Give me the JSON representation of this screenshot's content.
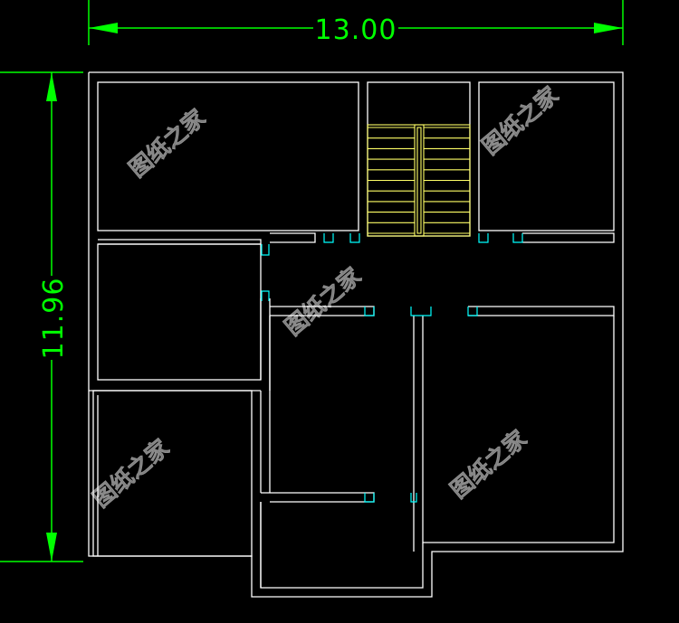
{
  "colors": {
    "background": "#000000",
    "walls": "#ffffff",
    "dimensions": "#00ff00",
    "stairs": "#ffff66",
    "openings": "#00ffff",
    "watermark": "#bfbfbf"
  },
  "dimensions": {
    "width_label": "13.00",
    "depth_label": "11.96"
  },
  "watermark": {
    "text": "图纸之家",
    "count": 5
  },
  "stair": {
    "steps_per_flight": 10
  }
}
